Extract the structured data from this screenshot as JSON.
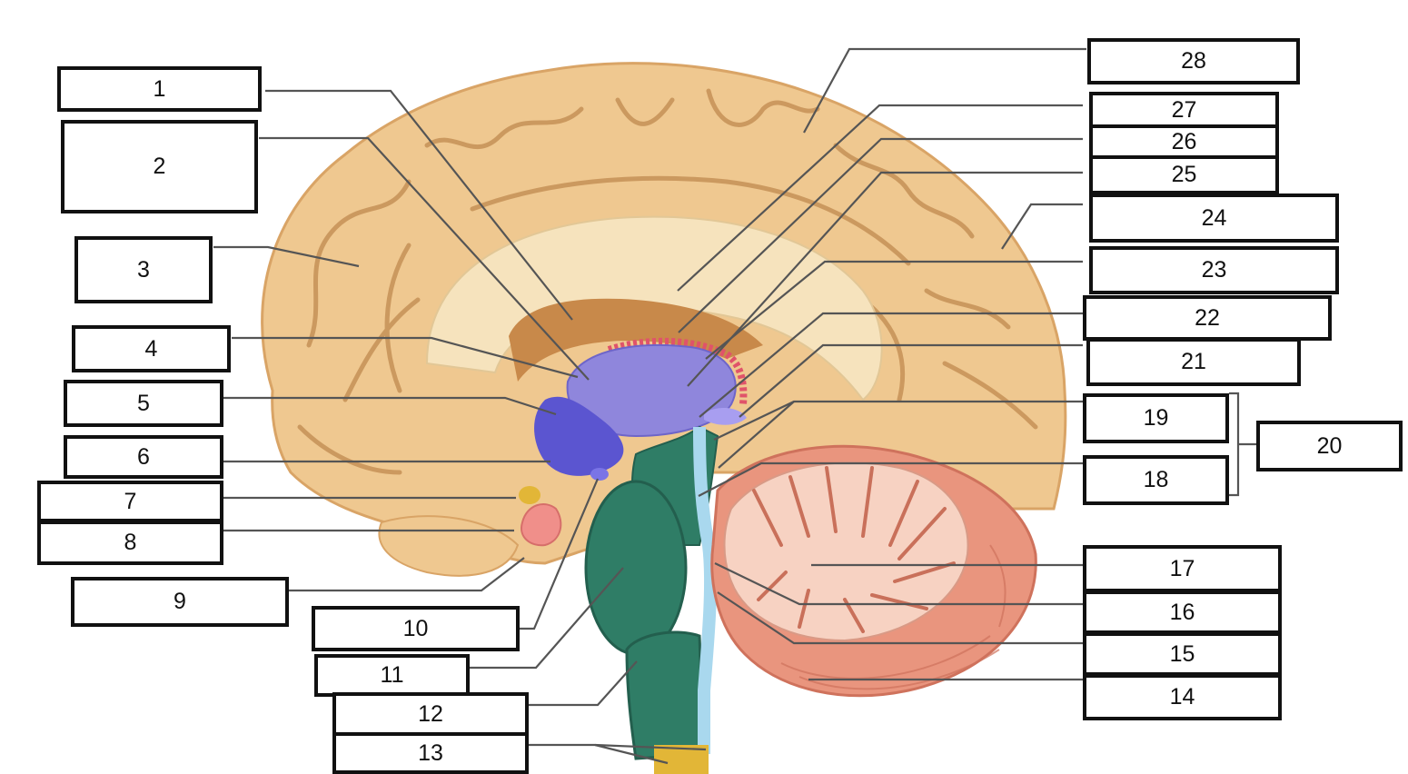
{
  "labels": [
    {
      "id": "1",
      "text": "1"
    },
    {
      "id": "2",
      "text": "2"
    },
    {
      "id": "3",
      "text": "3"
    },
    {
      "id": "4",
      "text": "4"
    },
    {
      "id": "5",
      "text": "5"
    },
    {
      "id": "6",
      "text": "6"
    },
    {
      "id": "7",
      "text": "7"
    },
    {
      "id": "8",
      "text": "8"
    },
    {
      "id": "9",
      "text": "9"
    },
    {
      "id": "10",
      "text": "10"
    },
    {
      "id": "11",
      "text": "11"
    },
    {
      "id": "12",
      "text": "12"
    },
    {
      "id": "13",
      "text": "13"
    },
    {
      "id": "14",
      "text": "14"
    },
    {
      "id": "15",
      "text": "15"
    },
    {
      "id": "16",
      "text": "16"
    },
    {
      "id": "17",
      "text": "17"
    },
    {
      "id": "18",
      "text": "18"
    },
    {
      "id": "19",
      "text": "19"
    },
    {
      "id": "20",
      "text": "20"
    },
    {
      "id": "21",
      "text": "21"
    },
    {
      "id": "22",
      "text": "22"
    },
    {
      "id": "23",
      "text": "23"
    },
    {
      "id": "24",
      "text": "24"
    },
    {
      "id": "25",
      "text": "25"
    },
    {
      "id": "26",
      "text": "26"
    },
    {
      "id": "27",
      "text": "27"
    },
    {
      "id": "28",
      "text": "28"
    }
  ],
  "colors": {
    "cortex": "#efc890",
    "cortex_dark": "#d9a466",
    "sulcus": "#b97d3e",
    "corpus_callosum": "#f6e3bd",
    "thalamus": "#8f86dc",
    "hypothalamus": "#5b55d0",
    "brainstem": "#2f7d66",
    "ventricle": "#a9d8ee",
    "cerebellum_outer": "#e9957e",
    "cerebellum_inner": "#f7d2c2",
    "pituitary": "#f08f8a",
    "mammillary": "#e2b637",
    "choroid": "#e0536a",
    "leader_line": "#555555",
    "box_border": "#111111"
  }
}
